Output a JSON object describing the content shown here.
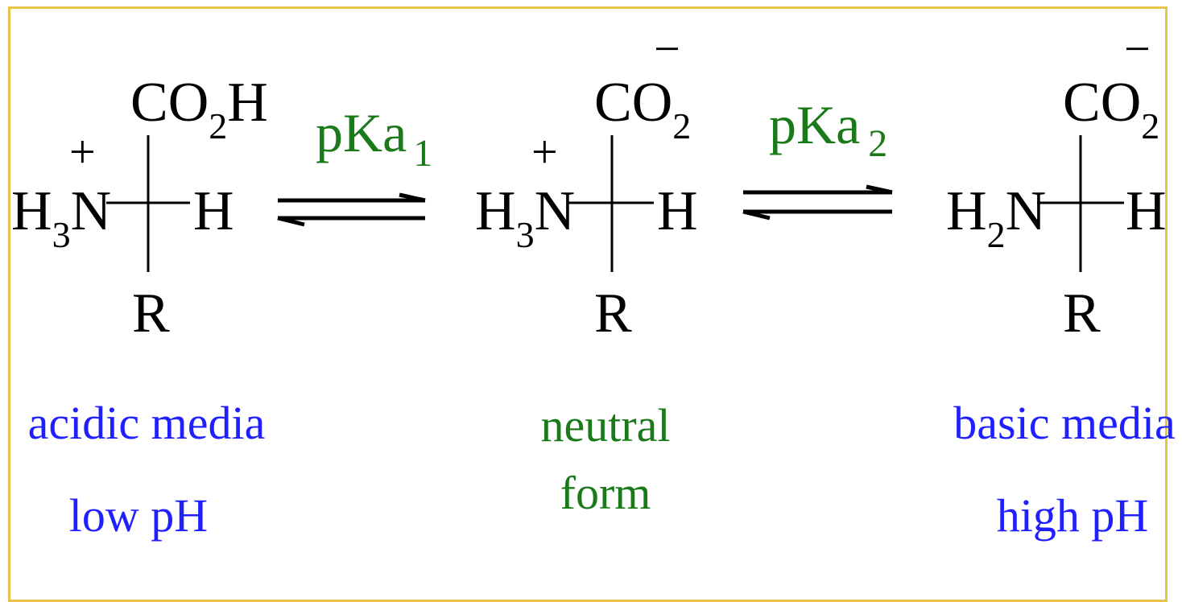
{
  "colors": {
    "frame": "#e9c24a",
    "structure": "#000000",
    "acid_base_label": "#1f1fff",
    "neutral_label": "#1a7a1a"
  },
  "species": [
    {
      "top": "CO",
      "top_sub": "2",
      "top_tail": "H",
      "top_charge": "",
      "left_main": "H",
      "left_sub": "3",
      "left_atom": "N",
      "left_charge": "+",
      "right": "H",
      "bottom": "R",
      "label_line1": "acidic media",
      "label_line2": "low pH"
    },
    {
      "top": "CO",
      "top_sub": "2",
      "top_tail": "",
      "top_charge": "−",
      "left_main": "H",
      "left_sub": "3",
      "left_atom": "N",
      "left_charge": "+",
      "right": "H",
      "bottom": "R",
      "label_line1": "neutral",
      "label_line2": "form"
    },
    {
      "top": "CO",
      "top_sub": "2",
      "top_tail": "",
      "top_charge": "−",
      "left_main": "H",
      "left_sub": "2",
      "left_atom": "N",
      "left_charge": "",
      "right": "H",
      "bottom": "R",
      "label_line1": "basic media",
      "label_line2": "high pH"
    }
  ],
  "equilibria": [
    {
      "main": "pKa",
      "sub": "1"
    },
    {
      "main": "pKa",
      "sub": "2"
    }
  ]
}
